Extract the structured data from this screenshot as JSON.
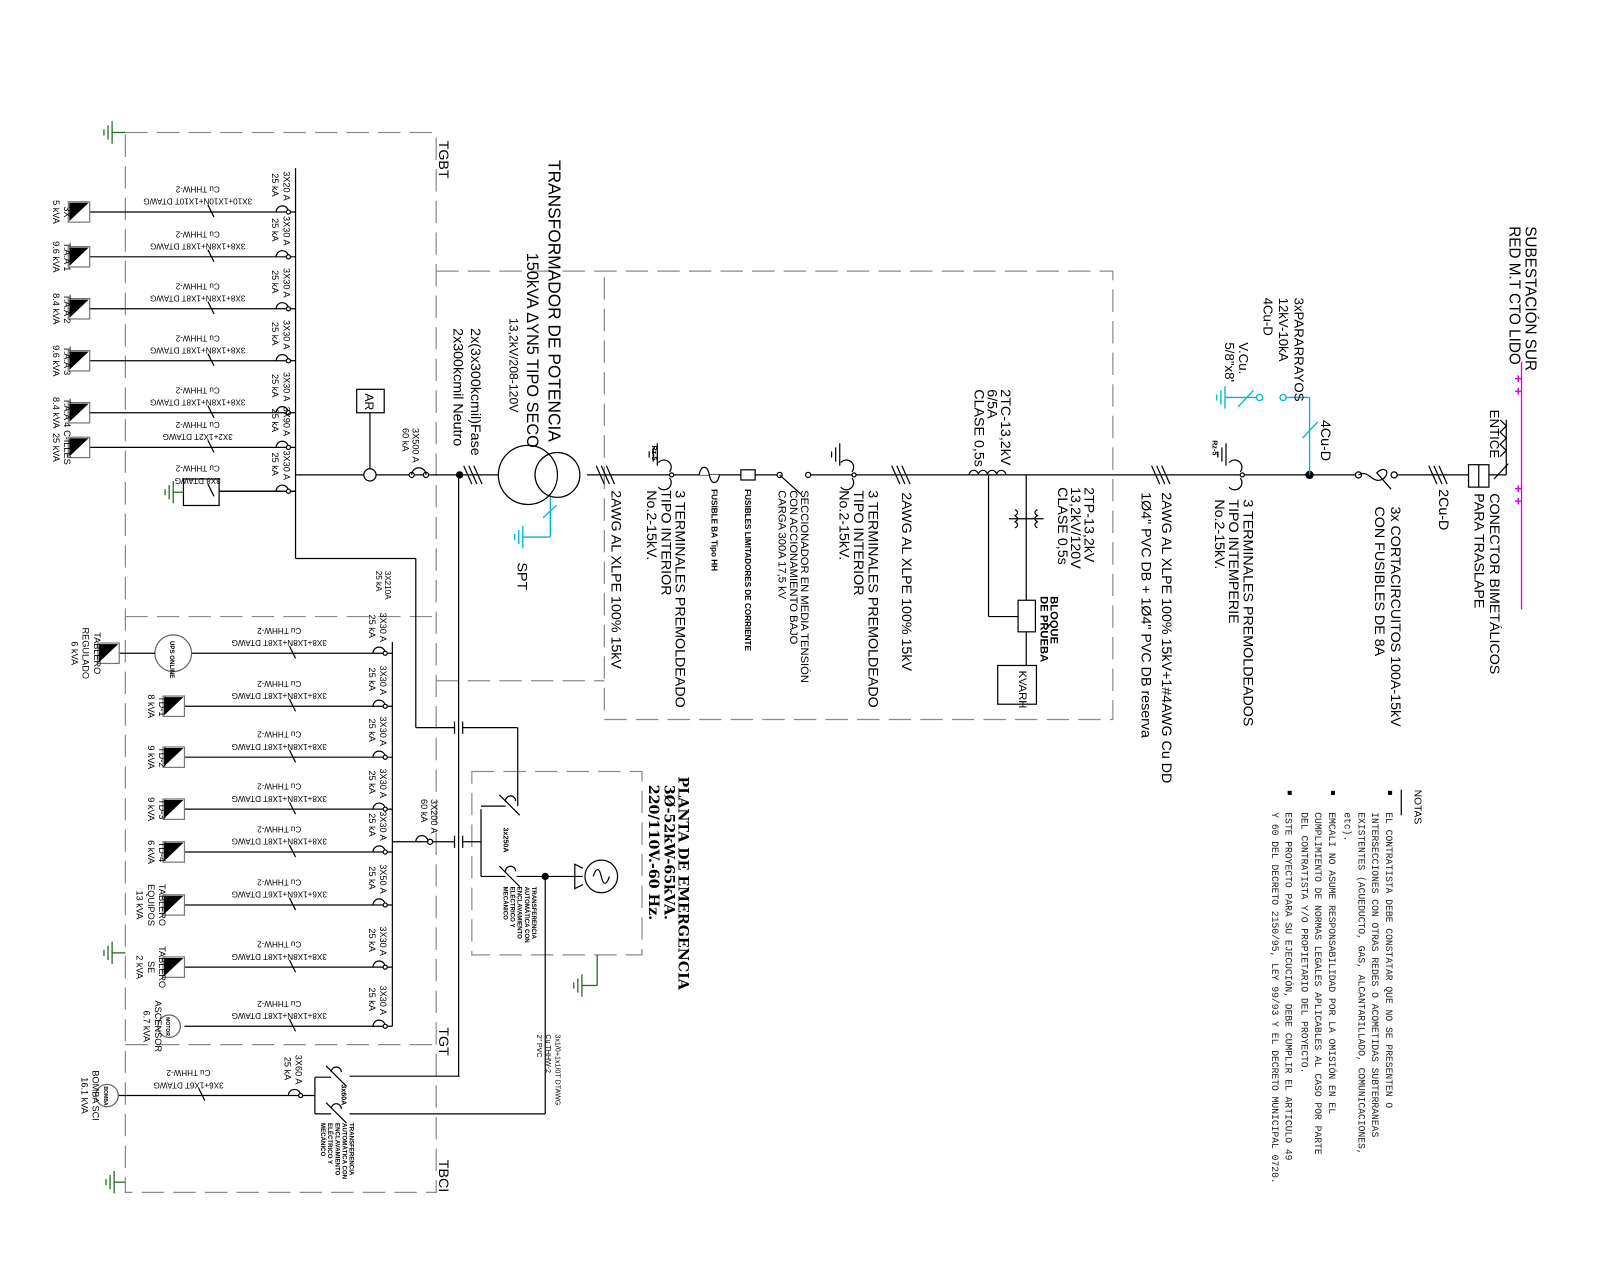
{
  "title_block": {
    "substation": "SUBESTACIÓN SUR",
    "network": "RED M.T CTO LIDO"
  },
  "mv": {
    "entice": "ENTICE",
    "connector": [
      "CONECTOR BIMETÁLICOS",
      "PARA TRASLAPE"
    ],
    "service_cable": "2Cu-D",
    "cutout": [
      "3x CORTACIRCUITOS 100A-15kV",
      "CON FUSIBLES DE 8A"
    ],
    "arrester": [
      "3xPARARRAYOS",
      "12kV-10kA",
      "4Cu-D"
    ],
    "ground_rod": [
      "V.Cu.",
      "5/8\"x8'"
    ],
    "arrester_cable": "4Cu-D",
    "rz": "Rz-5",
    "terminals_outdoor": [
      "3 TERMINALES PREMOLDEADOS",
      "TIPO INTEMPERIE",
      "No.2-15kV."
    ],
    "feeder_cable": [
      "2AWG AL XLPE 100% 15kV+1#4AWG Cu DD",
      "1Ø4\" PVC DB + 1Ø4\" PVC DB reserva"
    ],
    "ct": [
      "2TC-13,2kV",
      "6/5A",
      "CLASE 0,5s"
    ],
    "pt": [
      "2TP-13,2kV",
      "13,2kV/120V",
      "CLASE 0,5s"
    ],
    "test_block": [
      "BLOQUE",
      "DE PRUEBA"
    ],
    "meter": "KVARH",
    "cable_cell": "2AWG AL XLPE 100% 15kV",
    "terminals_indoor_a": [
      "3 TERMINALES PREMOLDEADO",
      "TIPO INTERIOR",
      "No.2-15kV."
    ],
    "switch": [
      "SECCIONADOR EN MEDIA TENSIÓN",
      "CON ACCIONAMIENTO BAJO",
      "CARGA 300A 17,5 kV"
    ],
    "fuse_limiter": "FUSIBLES LIMITADORES DE CORRIENTE",
    "fuse_ba": "FUSIBLE BA Tipo HH",
    "terminals_indoor_b": [
      "3 TERMINALES PREMOLDEADO",
      "TIPO INTERIOR",
      "No.2-15kV."
    ],
    "cable_transformer": "2AWG AL XLPE 100% 15kV"
  },
  "transformer": {
    "title": "TRANSFORMADOR DE POTENCIA",
    "rating": "150kVA ΔYN5 TIPO SECO",
    "voltage": "13,2kV/208-120V",
    "lv_cable": [
      "2x(3x300kcmil)Fase",
      "2x300kcmil Neutro"
    ],
    "ground": "SPT"
  },
  "lv": {
    "main_breaker": [
      "3X500 A",
      "60 kA"
    ],
    "ar": "AR",
    "tgbt": "TGBT",
    "tgt": "TGT",
    "tbci": "TBCI",
    "tgt_feeder": [
      "3X210A",
      "25 kA"
    ]
  },
  "generator": {
    "title": "PLANTA DE EMERGENCIA",
    "rating": "3Ø-52kW-65kVA.",
    "voltage": "220/110V.-60 Hz.",
    "breaker": [
      "3X200 A",
      "60 kA"
    ],
    "ats_rating": "3x250A",
    "ats_label": [
      "TRANSFERENCIA",
      "AUTOMÁTICA CON",
      "ENCLAVAMIENTO",
      "ELÉCTRICO Y",
      "MECÁNICO"
    ],
    "cable": [
      "3x1/0+1x1/0T DTAWG",
      "Cu THHW-2",
      "2\" PVC"
    ]
  },
  "tbci_ats": {
    "rating": "3x60A",
    "label": [
      "TRANSFERENCIA",
      "AUTOMÁTICA CON",
      "ENCLAVAMIENTO",
      "ELÉCTRICO Y",
      "MECÁNICO"
    ]
  },
  "circuits": {
    "tgbt": [
      {
        "load": [
          "3X",
          "5 kVA"
        ],
        "breaker": "3X20 A",
        "ka": "25 kA",
        "cable": "3X10+1X10N+1X10T DTAWG",
        "conductor": "Cu THHW-2"
      },
      {
        "load": [
          "T.A.A 1",
          "9.6 kVA"
        ],
        "breaker": "3X30 A",
        "ka": "25 kA",
        "cable": "3X8+1X8N+1X8T DTAWG",
        "conductor": "Cu THHW-2"
      },
      {
        "load": [
          "T.A.A 2",
          "8.4 kVA"
        ],
        "breaker": "3X30 A",
        "ka": "25 kA",
        "cable": "3X8+1X8N+1X8T DTAWG",
        "conductor": "Cu THHW-2"
      },
      {
        "load": [
          "T.A.A 3",
          "9.6 kVA"
        ],
        "breaker": "3X30 A",
        "ka": "25 kA",
        "cable": "3X8+1X8N+1X8T DTAWG",
        "conductor": "Cu THHW-2"
      },
      {
        "load": [
          "T.A.A 4",
          "8.4 kVA"
        ],
        "breaker": "3X30 A",
        "ka": "25 kA",
        "cable": "3X8+1X8N+1X8T DTAWG",
        "conductor": "Cu THHW-2"
      },
      {
        "load": [
          "C-ILLES",
          "25 kVA"
        ],
        "breaker": "3X90 A",
        "ka": "25 kA",
        "cable": "3X2+1X2T DTAWG",
        "conductor": "Cu THHW-2"
      },
      {
        "load": [],
        "breaker": "3X30 A",
        "ka": "25 kA",
        "cable": "3X8 DTAWG",
        "conductor": "Cu THHW-2"
      }
    ],
    "tgt": [
      {
        "load": [
          "TABLERO",
          "REGULADO",
          "6 kVA"
        ],
        "ups": "UPS ONLINE",
        "breaker": "3X30 A",
        "ka": "25 kA",
        "cable": "3X8+1X8N+1X8T DTAWG",
        "conductor": "Cu THHW-2"
      },
      {
        "load": [
          "TD-1",
          "8 kVA"
        ],
        "breaker": "3X30 A",
        "ka": "25 kA",
        "cable": "3X8+1X8N+1X8T DTAWG",
        "conductor": "Cu THHW-2"
      },
      {
        "load": [
          "TD-2",
          "9 kVA"
        ],
        "breaker": "3X30 A",
        "ka": "25 kA",
        "cable": "3X8+1X8N+1X8T DTAWG",
        "conductor": "Cu THHW-2"
      },
      {
        "load": [
          "TD-3",
          "9 kVA"
        ],
        "breaker": "3X30 A",
        "ka": "25 kA",
        "cable": "3X8+1X8N+1X8T DTAWG",
        "conductor": "Cu THHW-2"
      },
      {
        "load": [
          "TD-4",
          "6 kVA"
        ],
        "breaker": "3X30 A",
        "ka": "25 kA",
        "cable": "3X8+1X8N+1X8T DTAWG",
        "conductor": "Cu THHW-2"
      },
      {
        "load": [
          "TABLERO",
          "EQUIPOS",
          "13 kVA"
        ],
        "breaker": "3X50 A",
        "ka": "25 kA",
        "cable": "3X6+1X6N+1X6T DTAWG",
        "conductor": "Cu THHW-2"
      },
      {
        "load": [
          "TABLERO",
          "SE",
          "2 kVA"
        ],
        "breaker": "3X30 A",
        "ka": "25 kA",
        "cable": "3X8+1X8N+1X8T DTAWG",
        "conductor": "Cu THHW-2"
      },
      {
        "load": [
          "ASCENSOR",
          "6.7 kVA"
        ],
        "motor": "MOTOR",
        "breaker": "3X30 A",
        "ka": "25 kA",
        "cable": "3X8+1X8N+1X8T DTAWG",
        "conductor": "Cu THHW-2"
      }
    ],
    "tbci": [
      {
        "load": [
          "BOMBA SCI",
          "16.1 kVA"
        ],
        "motor": "BOMBA",
        "breaker": "3X60 A",
        "ka": "25 kA",
        "cable": "3X6+1X6T DTAWG",
        "conductor": "Cu THHW-2"
      }
    ]
  },
  "notes": {
    "title": "NOTAS",
    "items": [
      [
        "EL CONTRATISTA DEBE CONSTATAR QUE NO SE PRESENTEN O",
        "INTERSECCIONES CON OTRAS REDES O ACOMETIDAS SUBTERRANEAS",
        "EXISTENTES (ACUEDUCTO, GAS, ALCANTARILLADO, COMUNICACIONES,",
        "etc)."
      ],
      [
        "EMCALI NO ASUME RESPONSABILIDAD POR LA OMISIÓN EN EL",
        "CUMPLIMIENTO DE NORMAS LEGALES APLICABLES AL CASO POR PARTE",
        "DEL CONTRATISTA Y/O PROPIETARIO DEL PROYECTO."
      ],
      [
        "ESTE PROYECTO PARA SU EJECUCIÓN, DEBE CUMPLIR EL ARTICULO 49",
        "Y 60 DEL DECRETO 2150/95, LEY 99/93 Y EL DECRETO MUNICIPAL 0720."
      ]
    ]
  },
  "colors": {
    "wire": "#000000",
    "boundary": "#8a8a8a",
    "ground": "#00b8c8",
    "earth": "#2e6b2e",
    "network": "#e000e0"
  }
}
